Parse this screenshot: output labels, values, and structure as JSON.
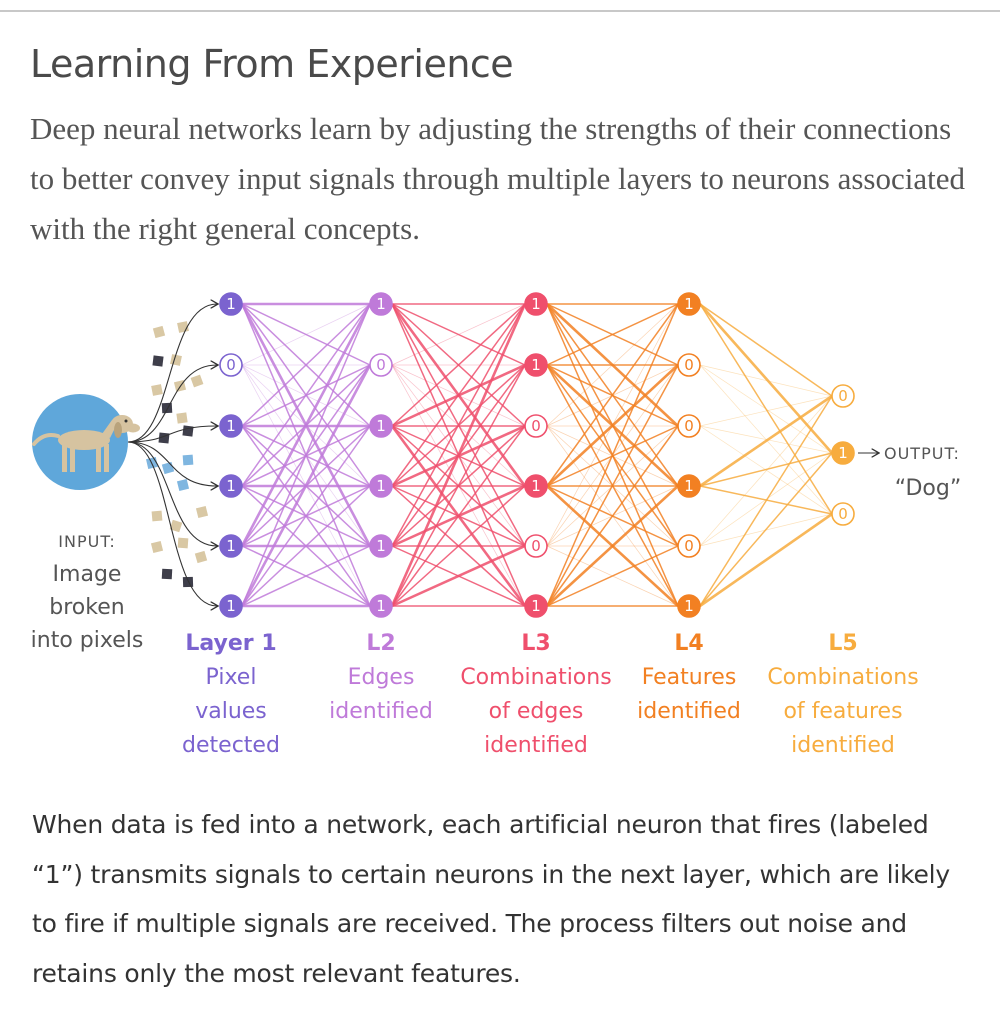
{
  "title": "Learning From Experience",
  "subtitle": "Deep neural networks learn by adjusting the strengths of their connections to better convey input signals through multiple layers to neurons associated with the right general concepts.",
  "input": {
    "heading": "INPUT:",
    "caption_lines": [
      "Image",
      "broken",
      "into pixels"
    ],
    "image_icon": "dog-illustration"
  },
  "output": {
    "heading": "OUTPUT:",
    "value": "“Dog”"
  },
  "colors": {
    "layer1": "#7b63cf",
    "layer2": "#bf7ad9",
    "layer3": "#ef4f6c",
    "layer4": "#f28022",
    "layer5": "#f7ac3e",
    "input_circle": "#5fa7da",
    "dog_body": "#d6c3a0"
  },
  "layers": [
    {
      "name": "Layer 1",
      "caption_lines": [
        "Pixel",
        "values",
        "detected"
      ],
      "nodes": [
        "1",
        "0",
        "1",
        "1",
        "1",
        "1"
      ]
    },
    {
      "name": "L2",
      "caption_lines": [
        "Edges",
        "identified"
      ],
      "nodes": [
        "1",
        "0",
        "1",
        "1",
        "1",
        "1"
      ]
    },
    {
      "name": "L3",
      "caption_lines": [
        "Combinations",
        "of edges",
        "identified"
      ],
      "nodes": [
        "1",
        "1",
        "0",
        "1",
        "0",
        "1"
      ]
    },
    {
      "name": "L4",
      "caption_lines": [
        "Features",
        "identified"
      ],
      "nodes": [
        "1",
        "0",
        "0",
        "1",
        "0",
        "1"
      ]
    },
    {
      "name": "L5",
      "caption_lines": [
        "Combinations",
        "of features",
        "identified"
      ],
      "nodes": [
        "0",
        "1",
        "0"
      ]
    }
  ],
  "footer": "When data is fed into a network, each artificial neuron that fires (labeled “1”) transmits signals to certain neurons in the next layer, which are likely to fire if multiple signals are received. The process filters out noise and retains only the most relevant features."
}
